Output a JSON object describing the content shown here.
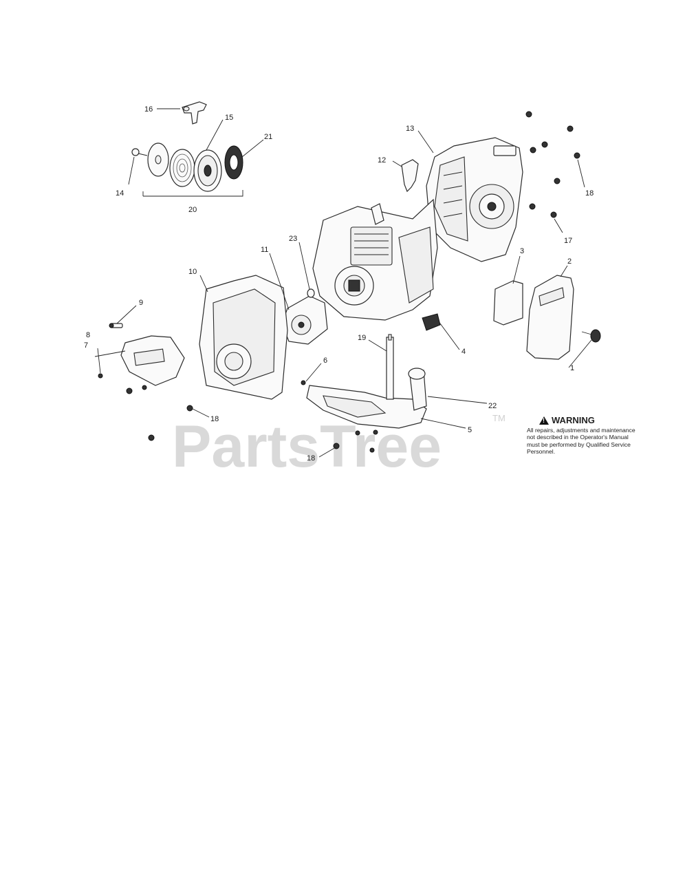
{
  "watermark": {
    "text": "PartsTree",
    "trademark": "TM"
  },
  "warning": {
    "heading": "WARNING",
    "body": "All repairs, adjustments and maintenance not described in the Operator's Manual must be performed by Qualified Service Personnel."
  },
  "callouts": [
    {
      "id": "c16a",
      "label": "16"
    },
    {
      "id": "c15",
      "label": "15"
    },
    {
      "id": "c21",
      "label": "21"
    },
    {
      "id": "c14",
      "label": "14"
    },
    {
      "id": "c20",
      "label": "20"
    },
    {
      "id": "c13",
      "label": "13"
    },
    {
      "id": "c12",
      "label": "12"
    },
    {
      "id": "c18a",
      "label": "18"
    },
    {
      "id": "c17",
      "label": "17"
    },
    {
      "id": "c3",
      "label": "3"
    },
    {
      "id": "c2",
      "label": "2"
    },
    {
      "id": "c23",
      "label": "23"
    },
    {
      "id": "c11",
      "label": "11"
    },
    {
      "id": "c10",
      "label": "10"
    },
    {
      "id": "c9",
      "label": "9"
    },
    {
      "id": "c8",
      "label": "8"
    },
    {
      "id": "c7",
      "label": "7"
    },
    {
      "id": "c19",
      "label": "19"
    },
    {
      "id": "c6",
      "label": "6"
    },
    {
      "id": "c4",
      "label": "4"
    },
    {
      "id": "c1",
      "label": "1"
    },
    {
      "id": "c22",
      "label": "22"
    },
    {
      "id": "c5",
      "label": "5"
    },
    {
      "id": "c18b",
      "label": "18"
    },
    {
      "id": "c18c",
      "label": "18"
    }
  ]
}
